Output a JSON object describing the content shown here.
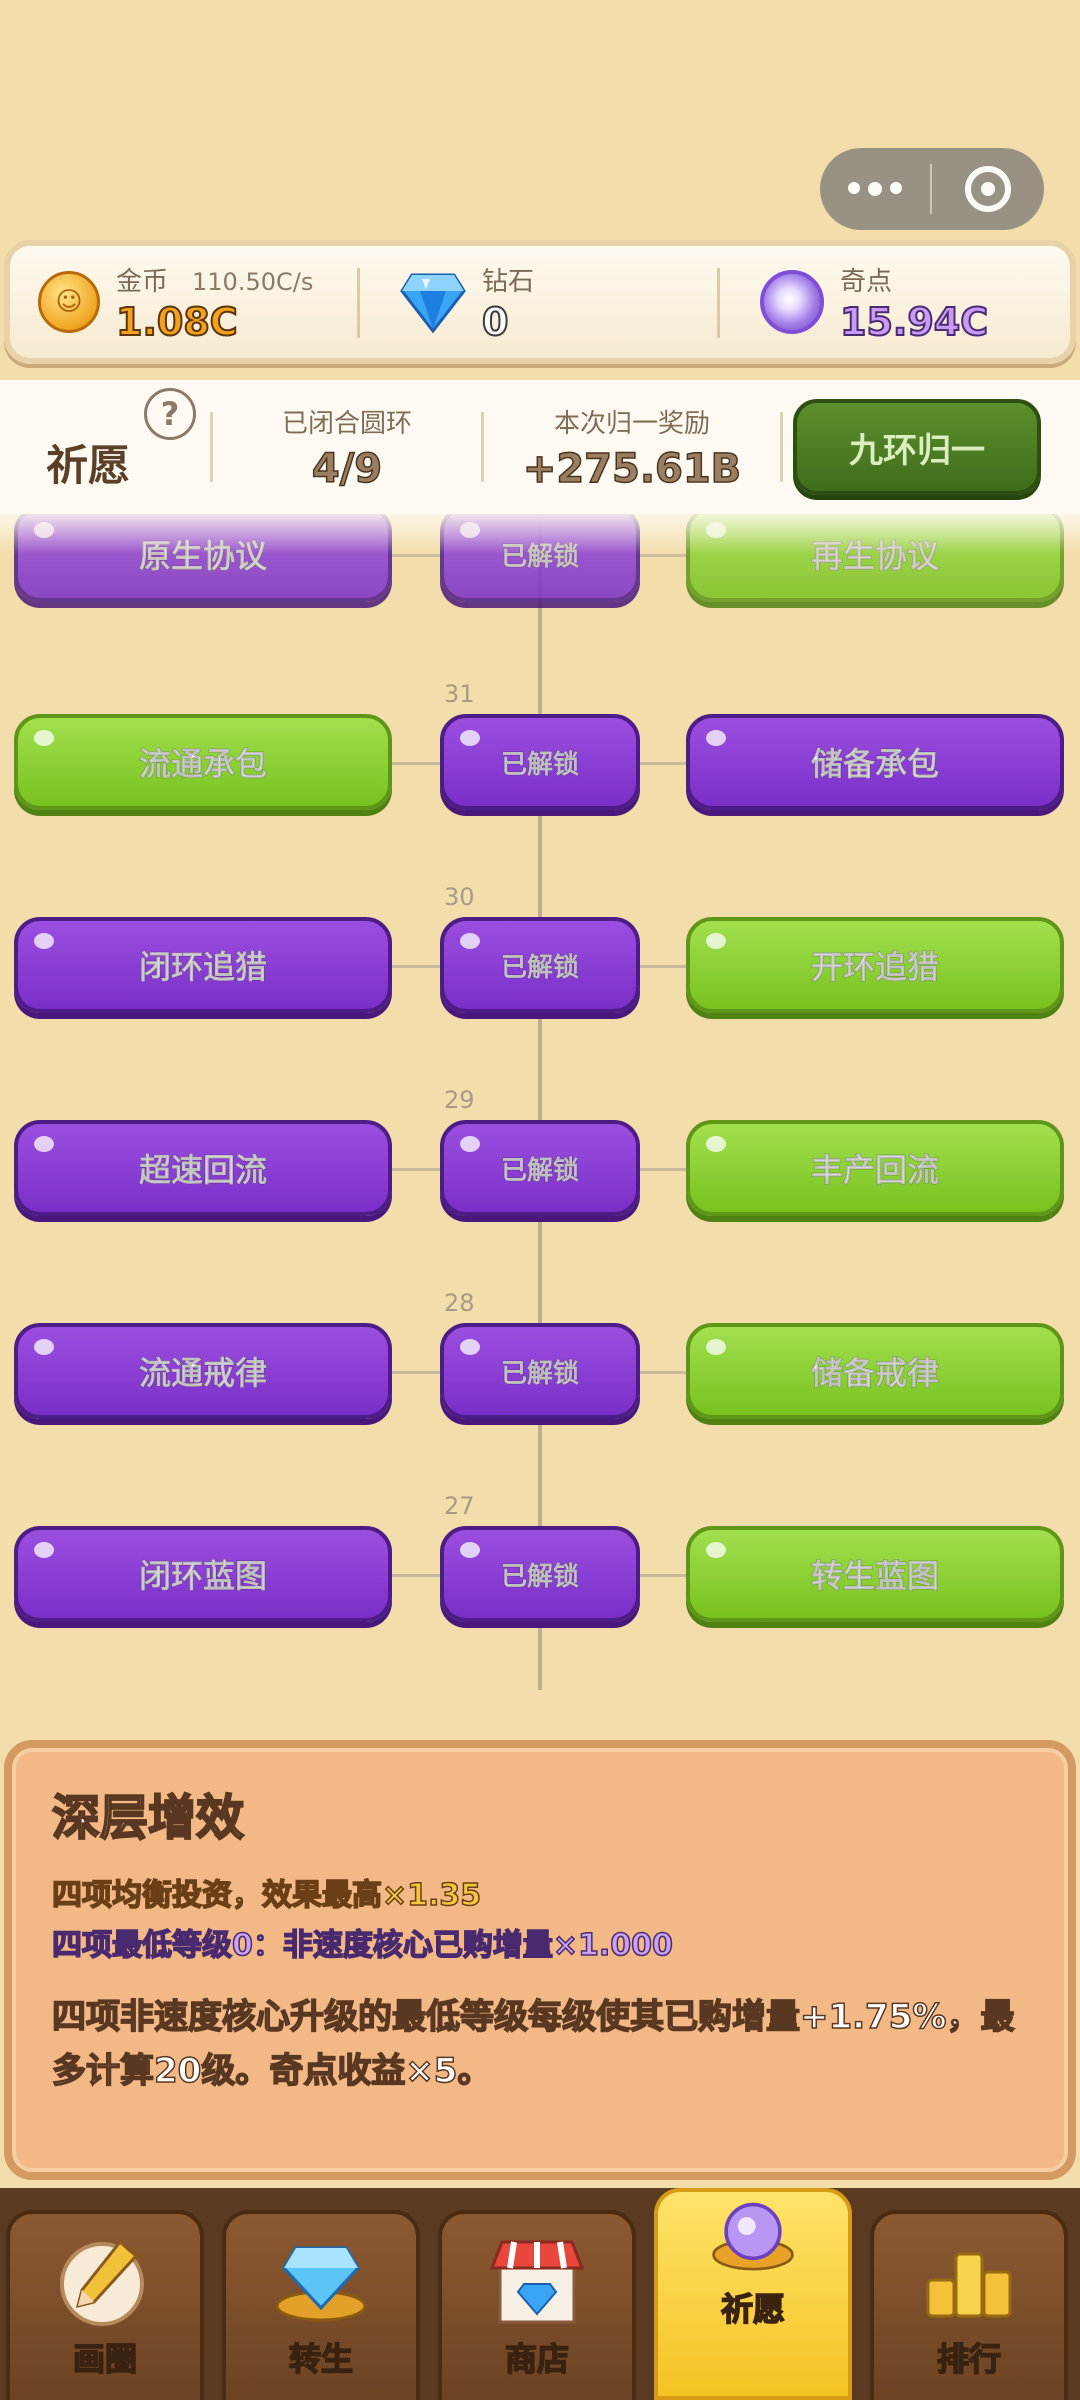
{
  "resources": {
    "coin": {
      "label": "金币",
      "rate": "110.50C/s",
      "value": "1.08C"
    },
    "gem": {
      "label": "钻石",
      "value": "0"
    },
    "odd": {
      "label": "奇点",
      "value": "15.94C"
    }
  },
  "wish": {
    "title": "祈愿",
    "closed_rings_label": "已闭合圆环",
    "closed_rings_value": "4/9",
    "reward_label": "本次归一奖励",
    "reward_value": "+275.61B",
    "action_label": "九环归一"
  },
  "tree": {
    "rows": [
      {
        "num": "",
        "left": "原生协议",
        "left_color": "purple",
        "mid": "已解锁",
        "right": "再生协议",
        "right_color": "green"
      },
      {
        "num": "31",
        "left": "流通承包",
        "left_color": "green",
        "mid": "已解锁",
        "right": "储备承包",
        "right_color": "purple"
      },
      {
        "num": "30",
        "left": "闭环追猎",
        "left_color": "purple",
        "mid": "已解锁",
        "right": "开环追猎",
        "right_color": "green"
      },
      {
        "num": "29",
        "left": "超速回流",
        "left_color": "purple",
        "mid": "已解锁",
        "right": "丰产回流",
        "right_color": "green"
      },
      {
        "num": "28",
        "left": "流通戒律",
        "left_color": "purple",
        "mid": "已解锁",
        "right": "储备戒律",
        "right_color": "green"
      },
      {
        "num": "27",
        "left": "闭环蓝图",
        "left_color": "purple",
        "mid": "已解锁",
        "right": "转生蓝图",
        "right_color": "green"
      }
    ]
  },
  "panel": {
    "title": "深层增效",
    "line1": "四项均衡投资，效果最高×1.35",
    "line2": "四项最低等级0：非速度核心已购增量×1.000",
    "desc": "四项非速度核心升级的最低等级每级使其已购增量+1.75%，最多计算20级。奇点收益×5。"
  },
  "nav": {
    "items": [
      {
        "label": "画圈",
        "icon": "pencil-icon"
      },
      {
        "label": "转生",
        "icon": "crystal-icon"
      },
      {
        "label": "商店",
        "icon": "shop-icon"
      },
      {
        "label": "祈愿",
        "icon": "orb-icon"
      },
      {
        "label": "排行",
        "icon": "podium-icon"
      }
    ],
    "active": "祈愿"
  }
}
